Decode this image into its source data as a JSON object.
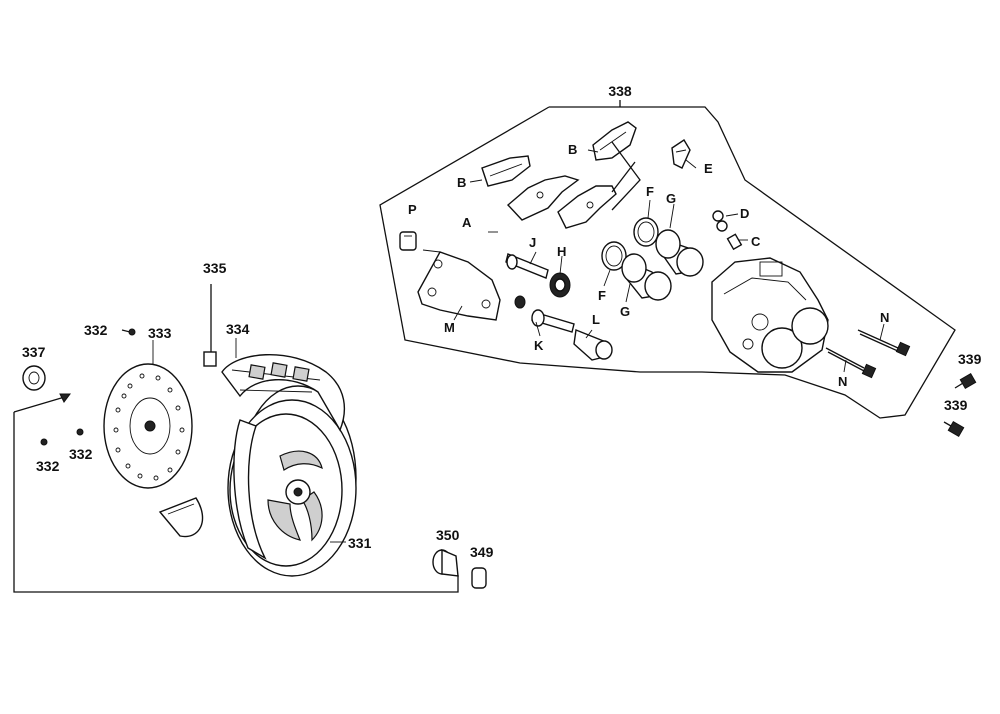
{
  "parts": {
    "p331": "331",
    "p332": "332",
    "p333": "333",
    "p334": "334",
    "p335": "335",
    "p337": "337",
    "p338": "338",
    "p339": "339",
    "p349": "349",
    "p350": "350"
  },
  "letters": {
    "A": "A",
    "B": "B",
    "C": "C",
    "D": "D",
    "E": "E",
    "F": "F",
    "G": "G",
    "H": "H",
    "J": "J",
    "K": "K",
    "L": "L",
    "M": "M",
    "N": "N",
    "P": "P"
  }
}
